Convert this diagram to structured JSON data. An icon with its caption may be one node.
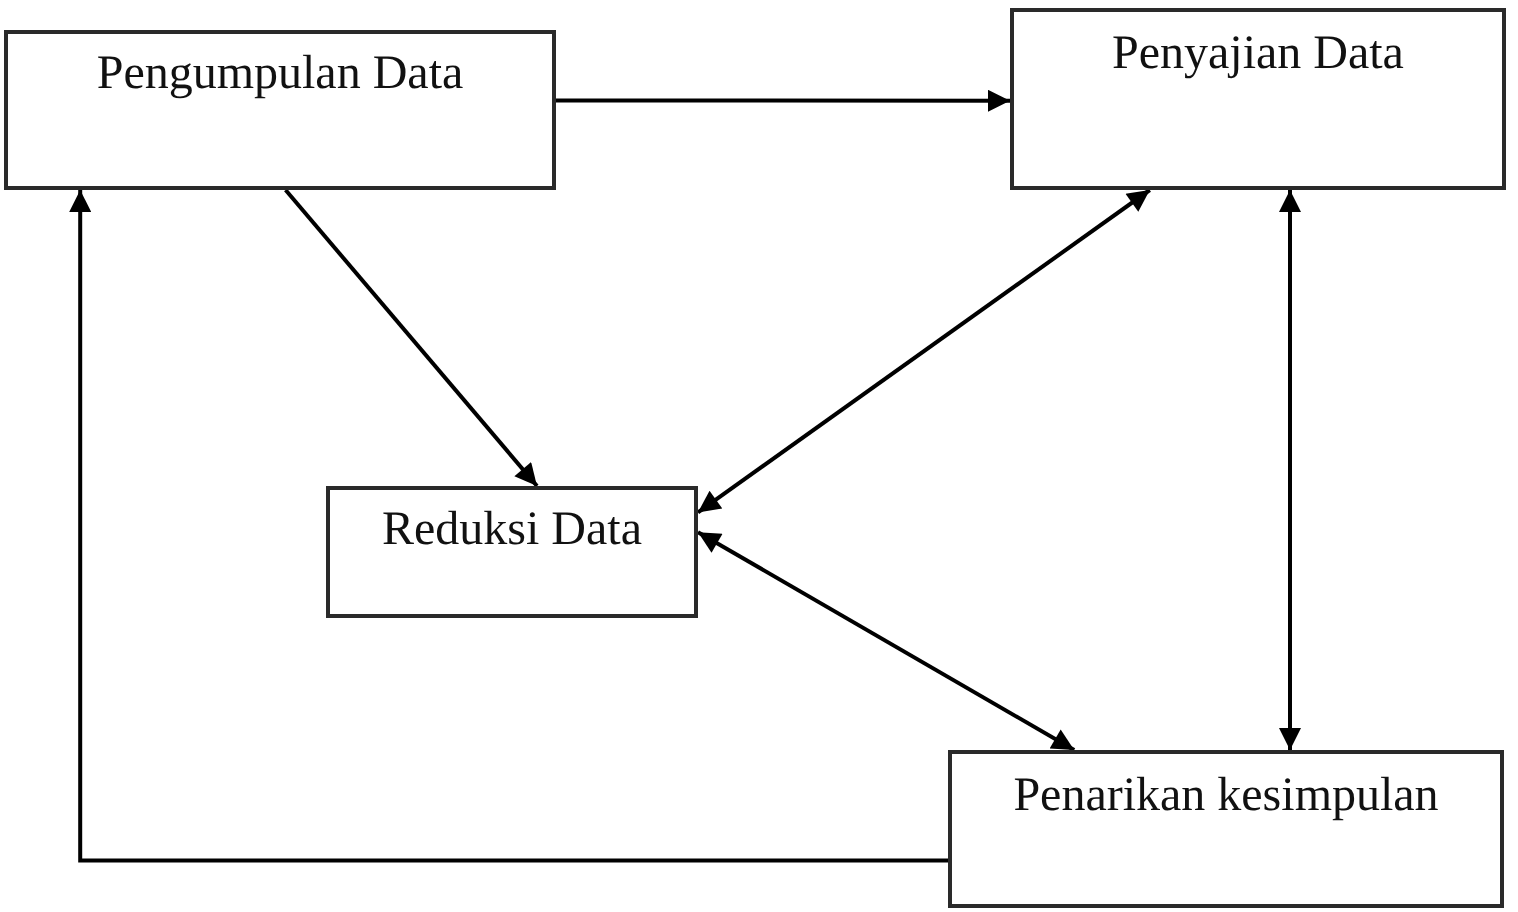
{
  "diagram": {
    "nodes": [
      {
        "text": [
          "Pengumpulan Data"
        ]
      },
      {
        "text": [
          "Penyajian Data"
        ]
      },
      {
        "text": [
          "Reduksi Data"
        ]
      },
      {
        "text": [
          "Penarikan kesimpulan"
        ]
      }
    ],
    "edges": [
      {
        "from": 0,
        "to": 1,
        "arrow": "to"
      },
      {
        "from": 0,
        "to": 2,
        "arrow": "to"
      },
      {
        "from": 1,
        "to": 2,
        "arrow": "both"
      },
      {
        "from": 1,
        "to": 3,
        "arrow": "both"
      },
      {
        "from": 2,
        "to": 3,
        "arrow": "both"
      },
      {
        "from": 3,
        "to": 0,
        "arrow": "to"
      }
    ]
  }
}
